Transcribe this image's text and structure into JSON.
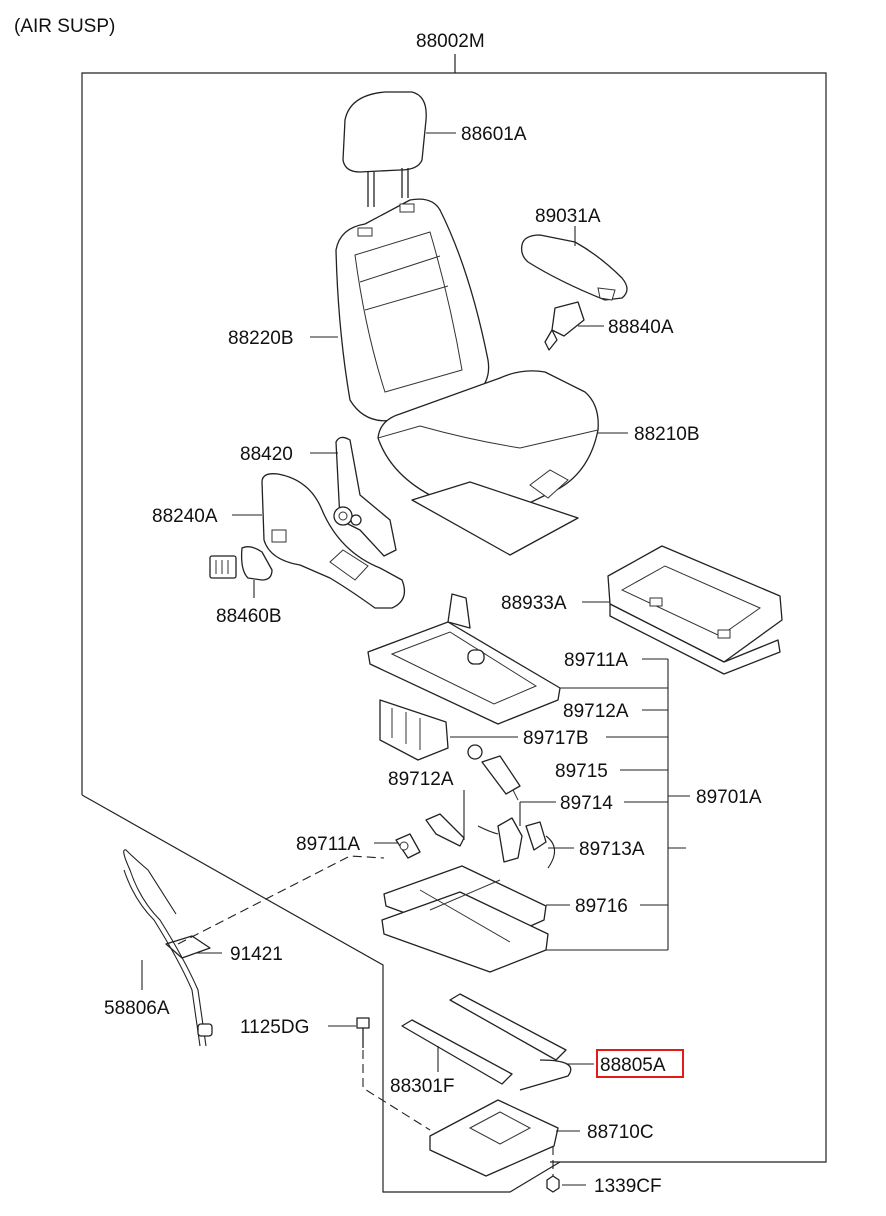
{
  "variant_label": "(AIR SUSP)",
  "assembly_label": "88002M",
  "highlight_color": "#e01b1b",
  "highlighted_part": "88805A",
  "parts": {
    "headrest": "88601A",
    "armrest": "89031A",
    "seat_back": "88220B",
    "buckle": "88840A",
    "cushion": "88210B",
    "recliner": "88420",
    "side_shield": "88240A",
    "switch_knob": "88460B",
    "storage_tray": "88933A",
    "upper_frame": "89711A",
    "frame_bracket": "89712A",
    "lever_mech": "89717B",
    "air_spring": "89715",
    "valve": "89714",
    "suspension_assy": "89701A",
    "left_bracket": "89712A",
    "left_lever": "89711A",
    "harness": "89713A",
    "scissor_frame": "89716",
    "label": "91421",
    "air_hose": "58806A",
    "bolt": "1125DG",
    "slide_rail": "88805A",
    "inner_rail": "88301F",
    "base_plate": "88710C",
    "nut": "1339CF"
  }
}
